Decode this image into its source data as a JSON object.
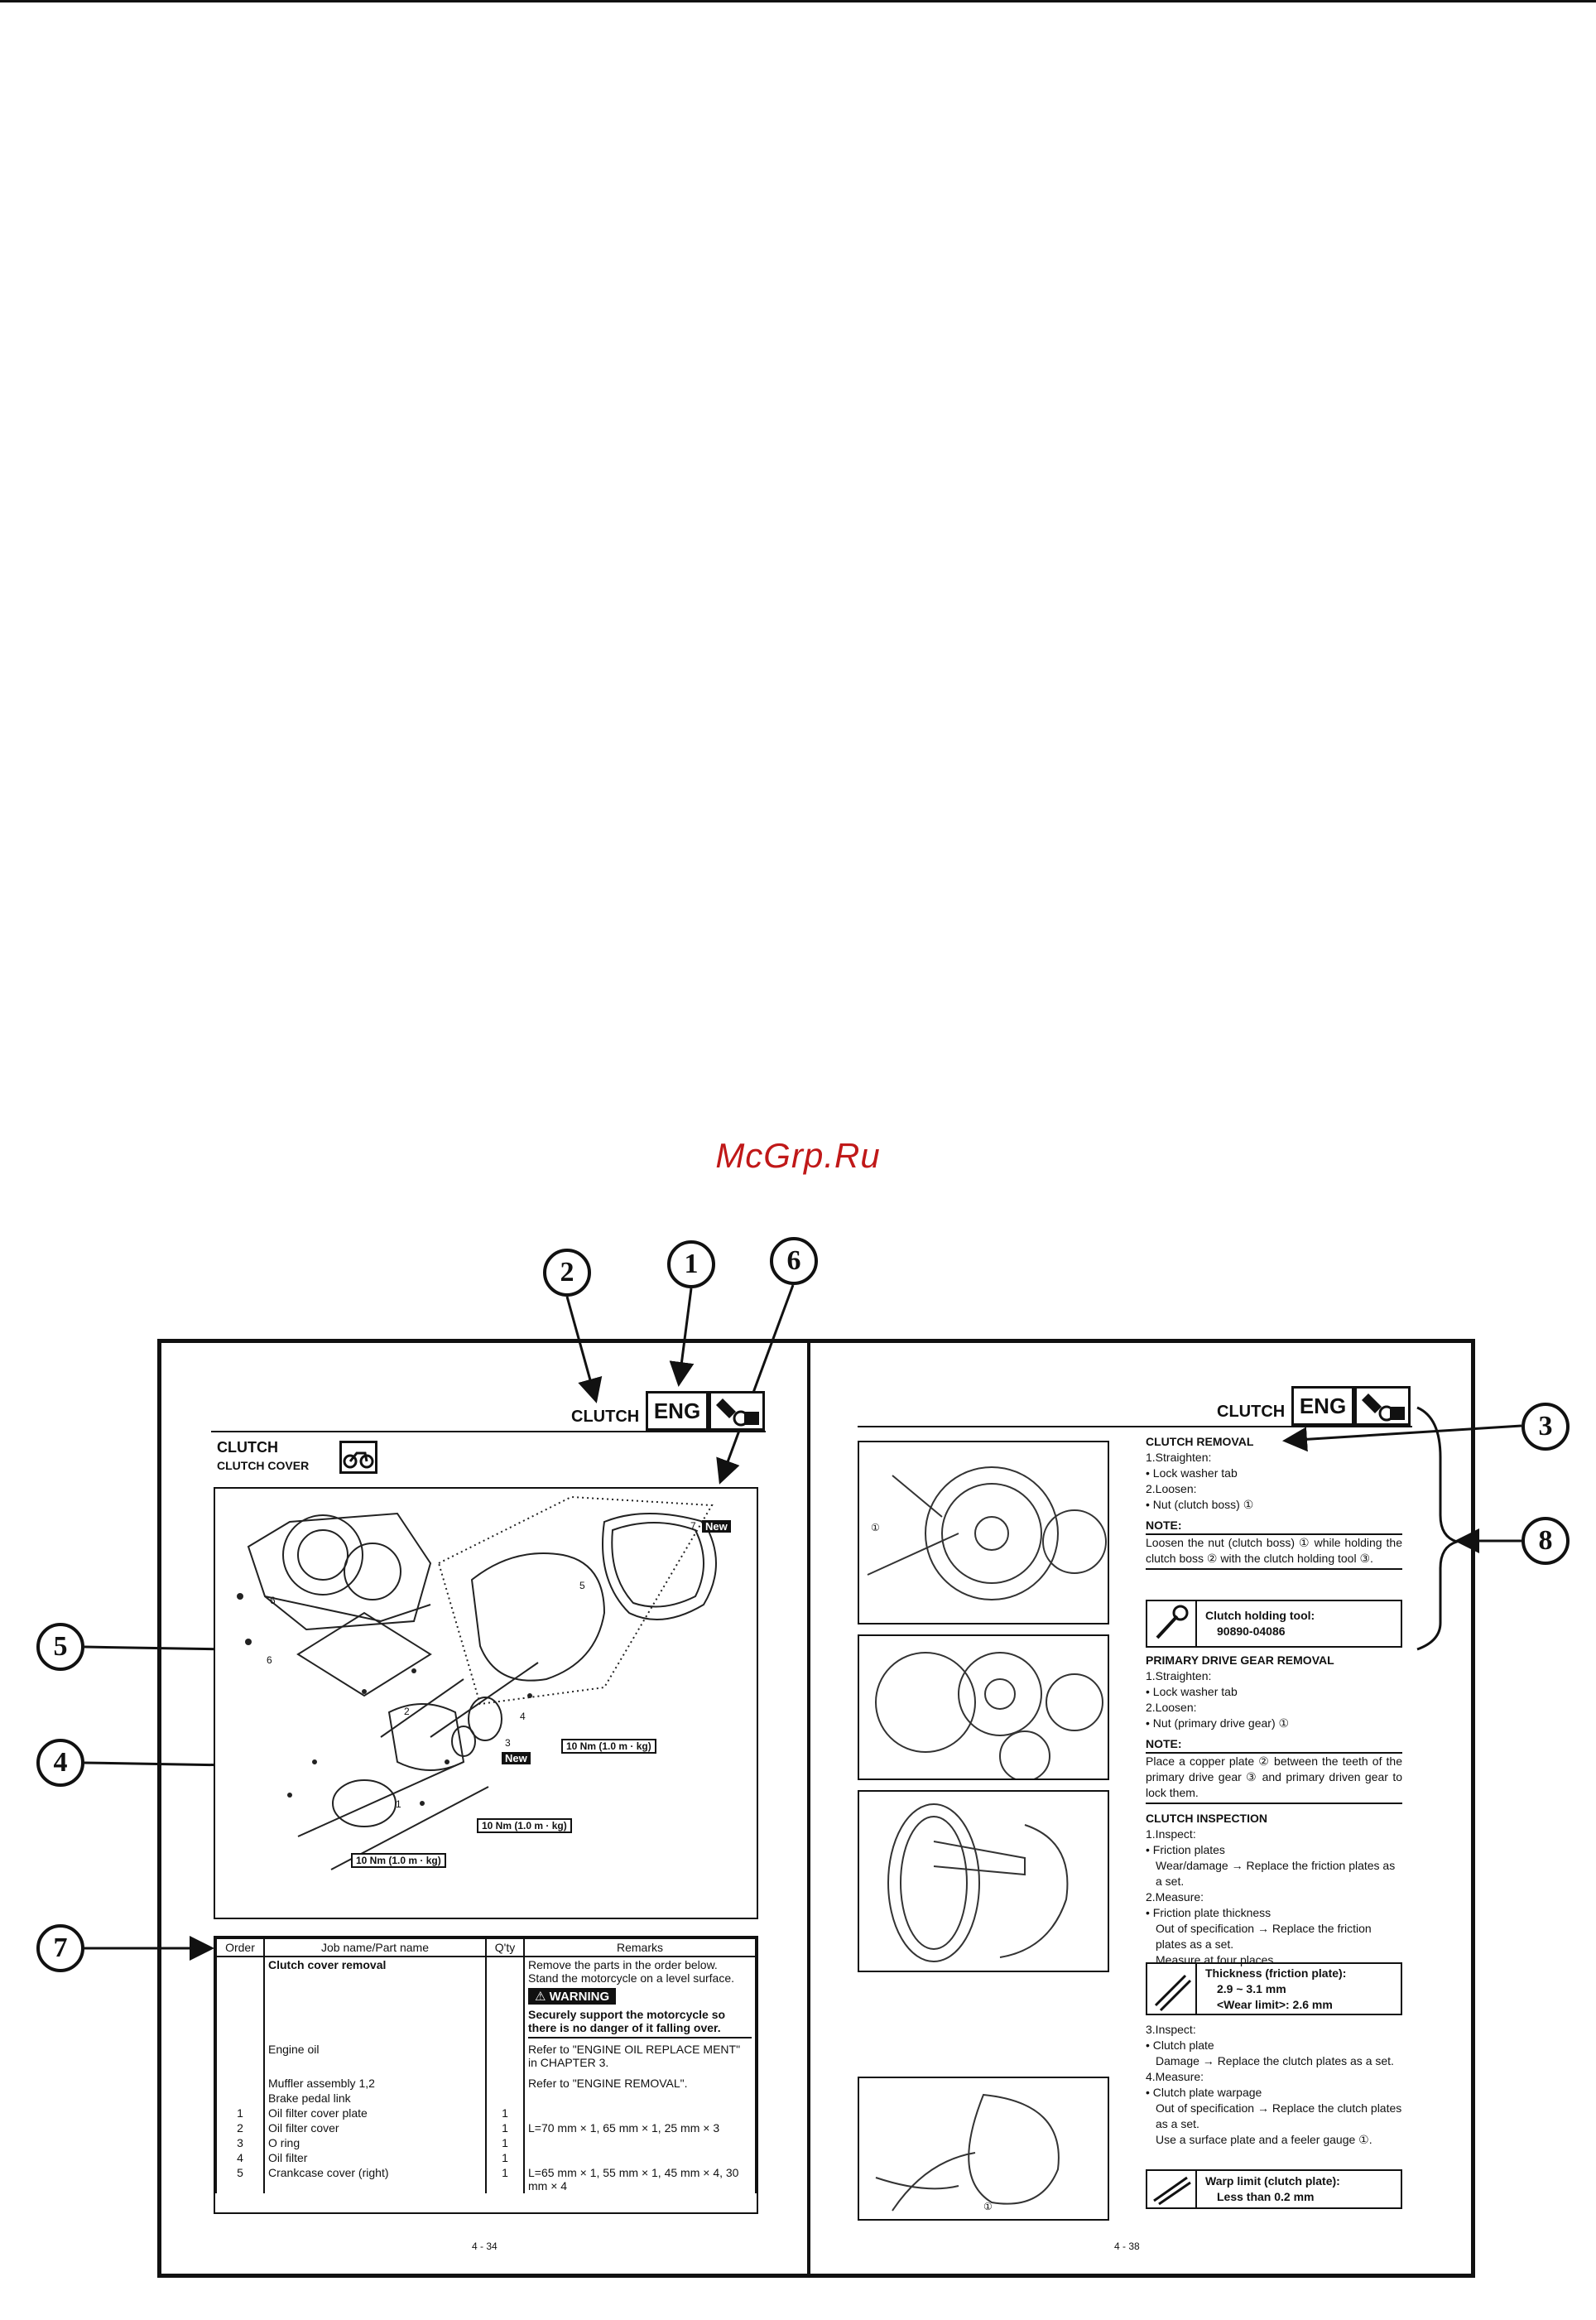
{
  "watermark": "McGrp.Ru",
  "callouts": {
    "c1": "1",
    "c2": "2",
    "c3": "3",
    "c4": "4",
    "c5": "5",
    "c6": "6",
    "c7": "7",
    "c8": "8"
  },
  "left_page": {
    "header_title": "CLUTCH",
    "header_badge": "ENG",
    "section_title": "CLUTCH",
    "subsection_title": "CLUTCH COVER",
    "diagram_labels": {
      "l7": "7",
      "new1": "New",
      "l5a": "5",
      "l6a": "6",
      "l6b": "6",
      "l2": "2",
      "l3": "3",
      "new2": "New",
      "l4": "4",
      "l1": "1"
    },
    "torque": {
      "t1": "10 Nm (1.0 m · kg)",
      "t2": "10 Nm (1.0 m · kg)",
      "t3": "10 Nm (1.0 m · kg)"
    },
    "table": {
      "headers": [
        "Order",
        "Job name/Part name",
        "Q'ty",
        "Remarks"
      ],
      "group_title": "Clutch cover removal",
      "intro_remarks": [
        "Remove the parts in the order below.",
        "Stand the motorcycle on a level surface."
      ],
      "warning_label": "WARNING",
      "warning_text": "Securely support the motorcycle so there is no danger of it falling over.",
      "rows": [
        {
          "order": "",
          "part": "Engine oil",
          "qty": "",
          "remarks": "Refer to \"ENGINE OIL REPLACE MENT\" in CHAPTER 3."
        },
        {
          "order": "",
          "part": "Muffler assembly 1,2",
          "qty": "",
          "remarks": "Refer to \"ENGINE REMOVAL\"."
        },
        {
          "order": "",
          "part": "Brake pedal link",
          "qty": "",
          "remarks": ""
        },
        {
          "order": "1",
          "part": "Oil filter cover plate",
          "qty": "1",
          "remarks": ""
        },
        {
          "order": "2",
          "part": "Oil filter cover",
          "qty": "1",
          "remarks": "L=70 mm × 1, 65 mm × 1, 25 mm × 3"
        },
        {
          "order": "3",
          "part": "O ring",
          "qty": "1",
          "remarks": ""
        },
        {
          "order": "4",
          "part": "Oil filter",
          "qty": "1",
          "remarks": ""
        },
        {
          "order": "5",
          "part": "Crankcase cover (right)",
          "qty": "1",
          "remarks": "L=65 mm × 1, 55 mm × 1, 45 mm × 4, 30 mm × 4"
        }
      ]
    },
    "page_number": "4 - 34"
  },
  "right_page": {
    "header_title": "CLUTCH",
    "header_badge": "ENG",
    "clutch_removal": {
      "title": "CLUTCH REMOVAL",
      "lines": [
        "1.Straighten:",
        "• Lock washer tab",
        "2.Loosen:",
        "• Nut (clutch boss) ①"
      ],
      "note_label": "NOTE:",
      "note": "Loosen the nut (clutch boss) ① while holding the clutch boss ② with the clutch holding tool ③."
    },
    "tool_box": {
      "name": "Clutch holding tool:",
      "code": "90890-04086"
    },
    "primary_drive": {
      "title": "PRIMARY DRIVE GEAR REMOVAL",
      "lines": [
        "1.Straighten:",
        "• Lock washer tab",
        "2.Loosen:",
        "• Nut (primary drive gear) ①"
      ],
      "note_label": "NOTE:",
      "note": "Place a copper plate ② between the teeth of the primary drive gear ③ and primary driven gear to lock them."
    },
    "inspection": {
      "title": "CLUTCH INSPECTION",
      "lines": [
        "1.Inspect:",
        "• Friction plates",
        "Wear/damage → Replace the friction plates as a set.",
        "2.Measure:",
        "• Friction plate thickness",
        "Out of specification → Replace the friction plates as a set.",
        "Measure at four places."
      ]
    },
    "spec_thickness": {
      "title": "Thickness (friction plate):",
      "value": "2.9 ~ 3.1 mm",
      "limit": "<Wear limit>: 2.6 mm"
    },
    "inspect2": {
      "lines": [
        "3.Inspect:",
        "• Clutch plate",
        "Damage → Replace the clutch plates as a set.",
        "4.Measure:",
        "• Clutch plate warpage",
        "Out of specification → Replace the clutch plates as a set.",
        "Use a surface plate and a feeler gauge ①."
      ]
    },
    "spec_warp": {
      "title": "Warp limit (clutch plate):",
      "value": "Less than 0.2 mm"
    },
    "photo_labels": {
      "p1": "①",
      "p4": "①"
    },
    "page_number": "4 - 38"
  }
}
